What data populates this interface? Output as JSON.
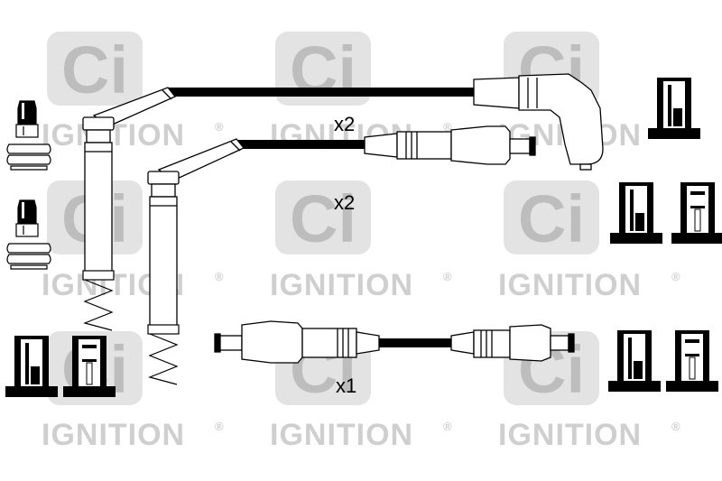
{
  "watermark": {
    "logo": "Ci",
    "text": "IGNITION",
    "reg_mark": "®",
    "logo_color": "#bdbdbd",
    "text_color": "#cfcfcf"
  },
  "quantities": {
    "top_pair": "x2",
    "middle_pair": "x2",
    "bottom_single": "x1"
  },
  "colors": {
    "line": "#000000",
    "fill": "#ffffff"
  }
}
